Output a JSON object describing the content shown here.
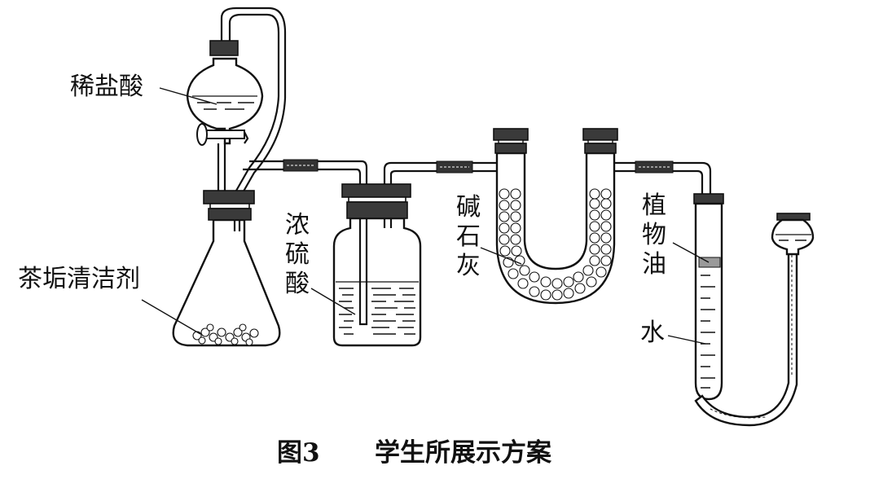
{
  "labels": {
    "dilute_hcl": "稀盐酸",
    "tea_cleaner": "茶垢清洁剂",
    "conc_h2so4_1": "浓",
    "conc_h2so4_2": "硫",
    "conc_h2so4_3": "酸",
    "soda_lime_1": "碱",
    "soda_lime_2": "石",
    "soda_lime_3": "灰",
    "veg_oil_1": "植",
    "veg_oil_2": "物",
    "veg_oil_3": "油",
    "water": "水"
  },
  "caption": {
    "figure_no": "图3",
    "title": "学生所展示方案"
  }
}
